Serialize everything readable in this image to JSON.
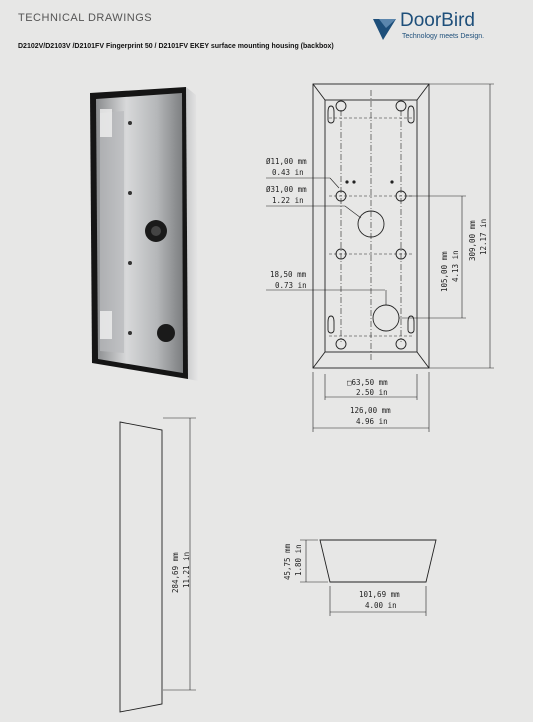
{
  "header": {
    "title": "TECHNICAL DRAWINGS",
    "subtitle": "D2102V/D2103V /D2101FV Fingerprint 50 / D2101FV EKEY surface mounting housing (backbox)"
  },
  "logo": {
    "name": "DoorBird",
    "tagline": "Technology meets Design.",
    "color": "#1e4f7a"
  },
  "dimensions": {
    "hole_small_mm": "Ø11,00 mm",
    "hole_small_in": "0.43  in",
    "hole_large_mm": "Ø31,00 mm",
    "hole_large_in": "1.22  in",
    "offset_mm": "18,50 mm",
    "offset_in": "0.73  in",
    "height_mm": "309,00 mm",
    "height_in": "12.17 in",
    "spacing_mm": "105,00 mm",
    "spacing_in": "4.13  in",
    "square_mm": "□63,50 mm",
    "square_in": "2.50  in",
    "width_mm": "126,00 mm",
    "width_in": "4.96  in",
    "side_mm": "284,69 mm",
    "side_in": "11.21 in",
    "depth_mm": "45,75 mm",
    "depth_in": "1.80  in",
    "bottom_mm": "101,69 mm",
    "bottom_in": "4.00  in"
  }
}
